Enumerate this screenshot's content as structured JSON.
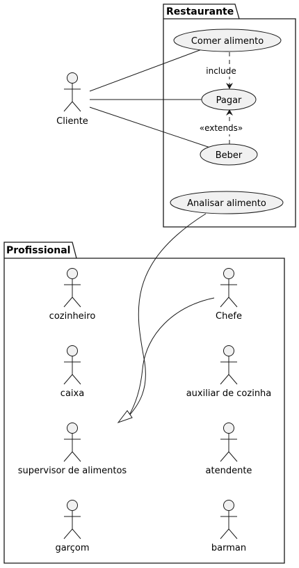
{
  "packages": {
    "restaurante": {
      "title": "Restaurante"
    },
    "profissional": {
      "title": "Profissional"
    }
  },
  "use_cases": {
    "comer": "Comer alimento",
    "pagar": "Pagar",
    "beber": "Beber",
    "analisar": "Analisar alimento"
  },
  "relations": {
    "include": "include",
    "extends": "«extends»"
  },
  "actors": {
    "cliente": "Cliente",
    "cozinheiro": "cozinheiro",
    "chefe": "Chefe",
    "caixa": "caixa",
    "auxiliar": "auxiliar de cozinha",
    "supervisor": "supervisor de alimentos",
    "atendente": "atendente",
    "garcom": "garçom",
    "barman": "barman"
  },
  "colors": {
    "usecase_fill": "#f1f1f1",
    "line": "#181818",
    "background": "#ffffff"
  }
}
